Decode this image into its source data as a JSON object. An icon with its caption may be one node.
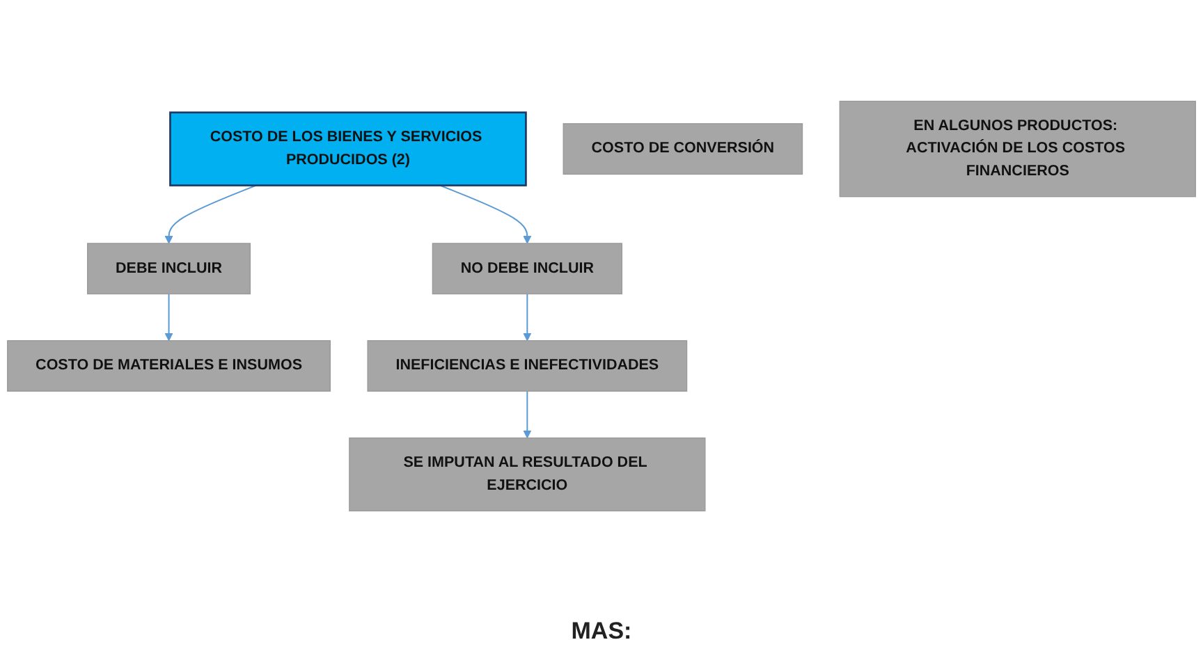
{
  "diagram": {
    "nodes": [
      {
        "text": [
          "COSTO DE LOS BIENES Y SERVICIOS PRODUCIDOS (2)"
        ]
      },
      {
        "text": [
          "DEBE INCLUIR"
        ]
      },
      {
        "text": [
          "NO DEBE INCLUIR"
        ]
      },
      {
        "text": [
          "COSTO DE MATERIALES E INSUMOS"
        ]
      },
      {
        "text": [
          "INEFICIENCIAS E INEFECTIVIDADES"
        ]
      },
      {
        "text": [
          "COSTO DE CONVERSIÓN"
        ]
      },
      {
        "text": [
          "SE IMPUTAN AL RESULTADO DEL EJERCICIO"
        ]
      },
      {
        "text": [
          "EN ALGUNOS PRODUCTOS: ACTIVACIÓN DE LOS COSTOS FINANCIEROS"
        ]
      }
    ],
    "edges": [
      {
        "from": 0,
        "to": 1,
        "arrow": "to"
      },
      {
        "from": 0,
        "to": 2,
        "arrow": "to"
      },
      {
        "from": 1,
        "to": 3,
        "arrow": "to"
      },
      {
        "from": 2,
        "to": 4,
        "arrow": "to"
      },
      {
        "from": 4,
        "to": 6,
        "arrow": "to"
      }
    ],
    "labels": [
      "MAS:"
    ]
  }
}
